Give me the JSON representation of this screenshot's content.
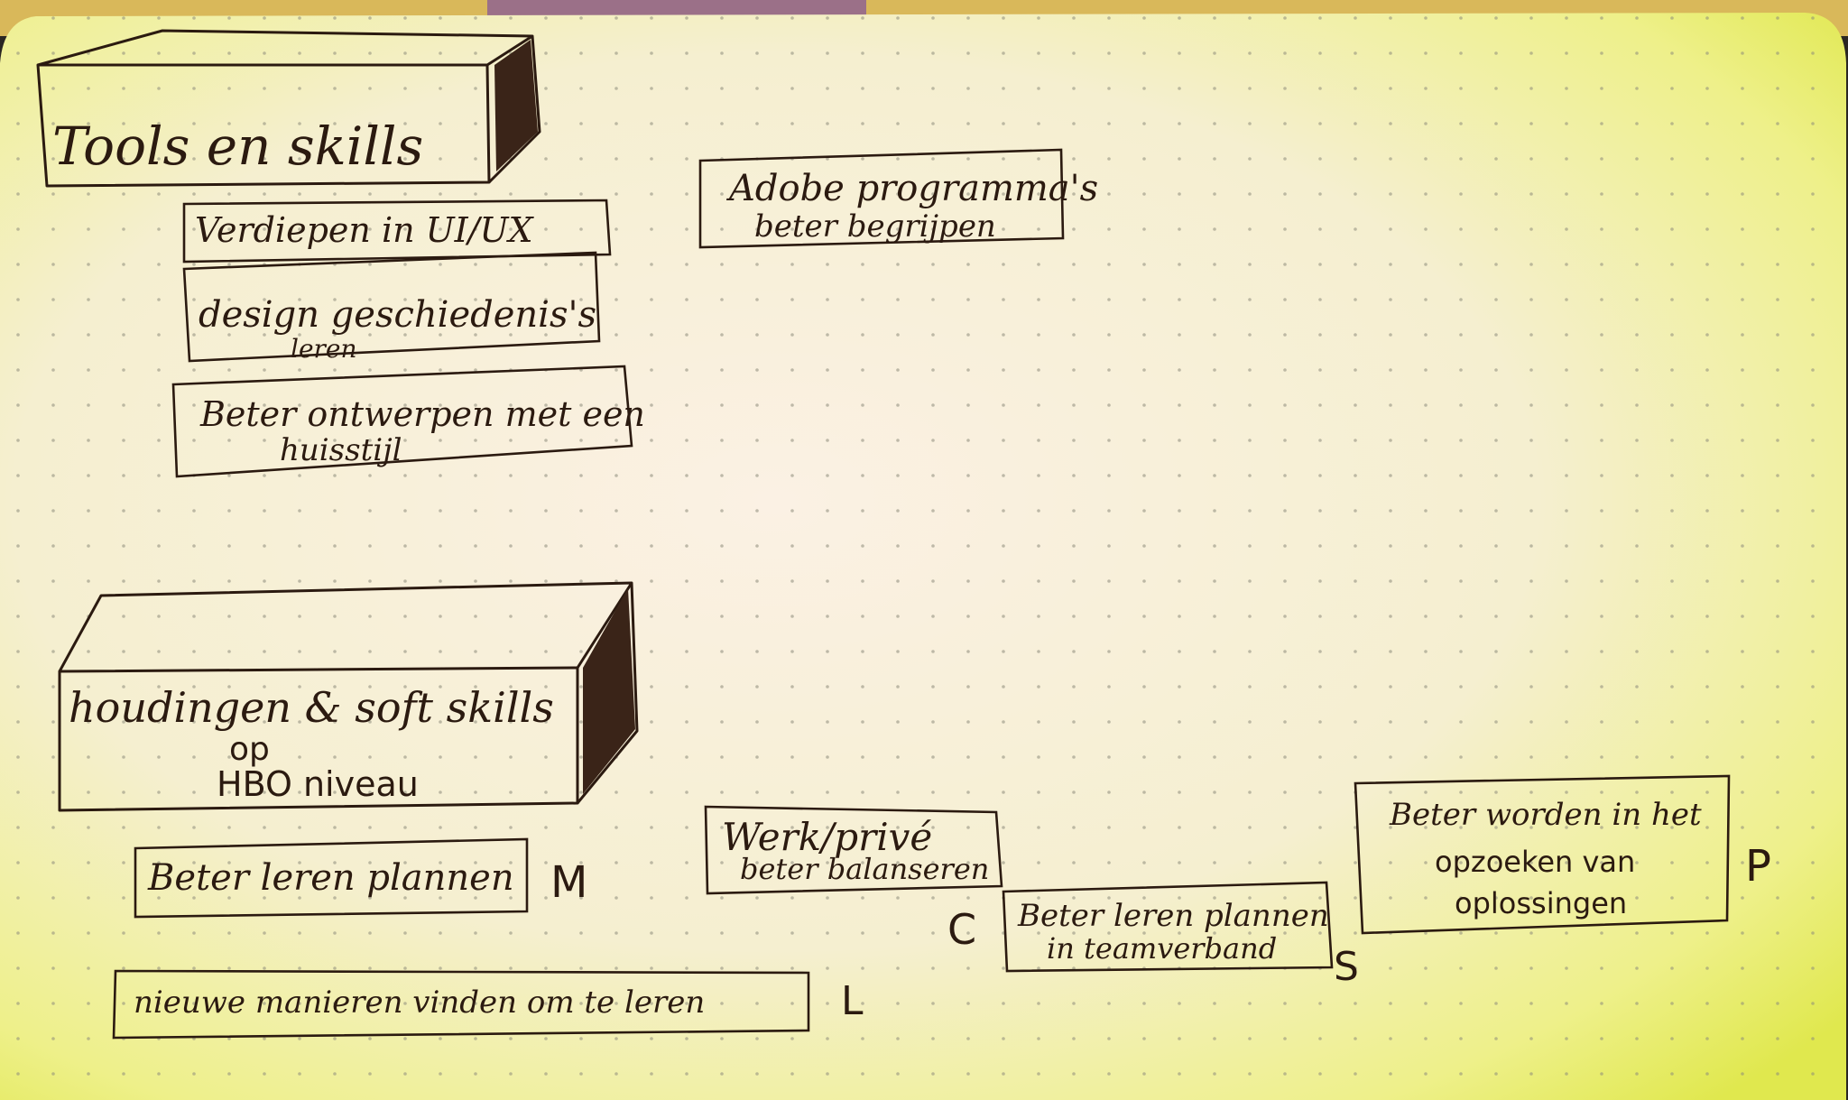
{
  "sections": [
    {
      "title": "Tools en skills",
      "items": [
        {
          "text_lines": [
            "Verdiepen in UI/UX"
          ]
        },
        {
          "text_lines": [
            "design geschiedenis's",
            "leren"
          ]
        },
        {
          "text_lines": [
            "Beter ontwerpen met een",
            "huisstijl"
          ]
        },
        {
          "text_lines": [
            "Adobe programma's",
            "beter begrijpen"
          ]
        }
      ]
    },
    {
      "title_lines": [
        "houdingen & soft skills",
        "op",
        "HBO niveau"
      ],
      "items": [
        {
          "text_lines": [
            "Beter leren plannen"
          ],
          "letter": "M"
        },
        {
          "text_lines": [
            "nieuwe manieren vinden om te leren"
          ],
          "letter": "L"
        },
        {
          "text_lines": [
            "Werk/privé",
            "beter balanseren"
          ],
          "letter": "C"
        },
        {
          "text_lines": [
            "Beter leren plannen",
            "in teamverband"
          ],
          "letter": "S"
        },
        {
          "text_lines": [
            "Beter worden in het",
            "opzoeken van",
            "oplossingen"
          ],
          "letter": "P"
        }
      ]
    }
  ],
  "colors": {
    "paper_center": "#f7eede",
    "paper_edge": "#e6ec5e",
    "ink": "#2b1a10",
    "background": "#2a2622"
  }
}
